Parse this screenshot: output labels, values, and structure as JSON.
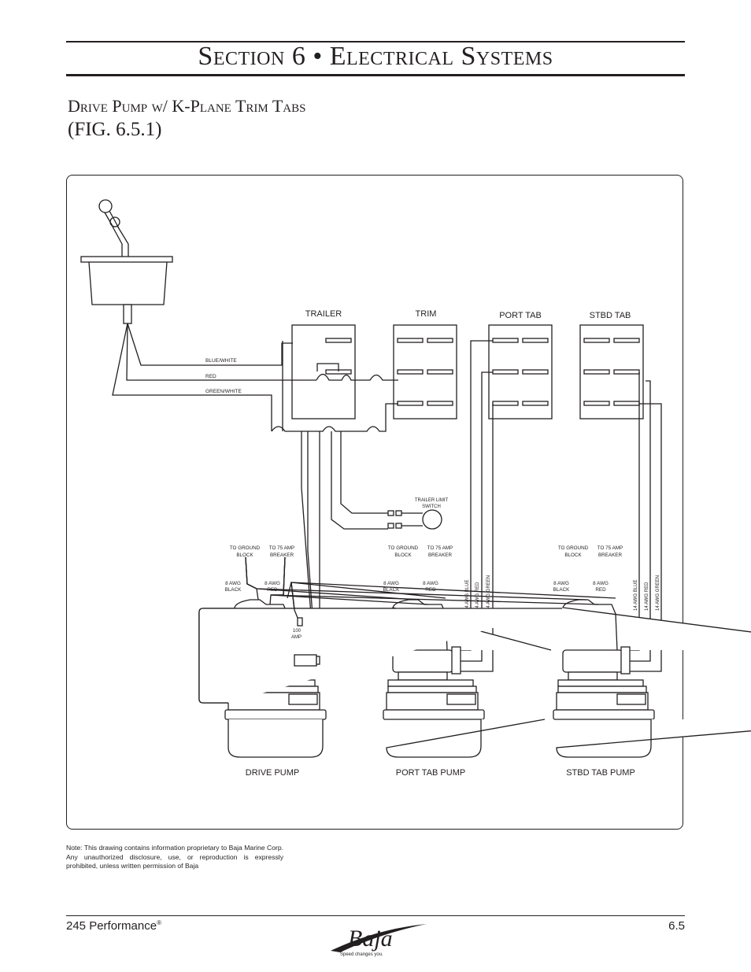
{
  "header": {
    "section_title": "Section 6 • Electrical Systems",
    "subtitle": "Drive Pump w/ K-Plane Trim Tabs",
    "figure": "(FIG. 6.5.1)"
  },
  "diagram": {
    "switch_labels": [
      "TRAILER",
      "TRIM",
      "PORT TAB",
      "STBD TAB"
    ],
    "wire_labels": [
      "BLUE/WHITE",
      "RED",
      "GREEN/WHITE"
    ],
    "trailer_limit_switch": [
      "TRAILER LIMIT",
      "SWITCH"
    ],
    "ground_block": [
      "TO GROUND",
      "BLOCK"
    ],
    "amp_breaker": [
      "TO 75 AMP",
      "BREAKER"
    ],
    "awg_black": [
      "8 AWG",
      "BLACK"
    ],
    "awg_red": [
      "8 AWG",
      "RED"
    ],
    "fuse_label": [
      "100",
      "AMP"
    ],
    "tab_wires": [
      "14 AWG BLUE",
      "14 AWG RED",
      "14 AWG GREEN"
    ],
    "pump_labels": [
      "DRIVE PUMP",
      "PORT TAB PUMP",
      "STBD TAB PUMP"
    ]
  },
  "note": "Note:   This drawing contains information proprietary to Baja Marine Corp.  Any unauthorized disclosure, use, or reproduction is expressly prohibited, unless written permission of Baja",
  "footer": {
    "model": "245 Performance",
    "registered": "®",
    "page_number": "6.5",
    "logo_text": "Baja",
    "tagline": "Speed changes you."
  }
}
